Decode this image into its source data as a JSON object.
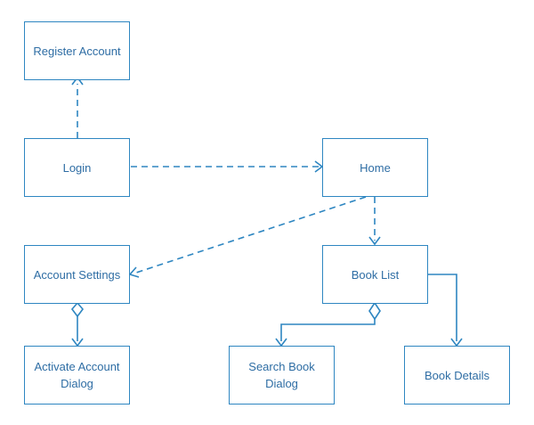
{
  "colors": {
    "stroke": "#2e86c1",
    "text": "#2e6da4",
    "background": "#ffffff"
  },
  "nodes": {
    "register_account": {
      "label": "Register Account"
    },
    "login": {
      "label": "Login"
    },
    "home": {
      "label": "Home"
    },
    "account_settings": {
      "label": "Account Settings"
    },
    "book_list": {
      "label": "Book List"
    },
    "activate_account_dialog": {
      "label_line1": "Activate Account",
      "label_line2": "Dialog"
    },
    "search_book_dialog": {
      "label_line1": "Search Book",
      "label_line2": "Dialog"
    },
    "book_details": {
      "label": "Book Details"
    }
  },
  "edges": [
    {
      "from": "login",
      "to": "register_account",
      "style": "dashed",
      "head": "arrow"
    },
    {
      "from": "login",
      "to": "home",
      "style": "dashed",
      "head": "arrow"
    },
    {
      "from": "home",
      "to": "account_settings",
      "style": "dashed",
      "head": "arrow"
    },
    {
      "from": "home",
      "to": "book_list",
      "style": "dashed",
      "head": "arrow"
    },
    {
      "from": "account_settings",
      "to": "activate_account_dialog",
      "style": "solid",
      "head": "arrow",
      "tail": "diamond"
    },
    {
      "from": "book_list",
      "to": "search_book_dialog",
      "style": "solid",
      "head": "arrow",
      "tail": "diamond"
    },
    {
      "from": "book_list",
      "to": "book_details",
      "style": "solid",
      "head": "arrow"
    }
  ]
}
